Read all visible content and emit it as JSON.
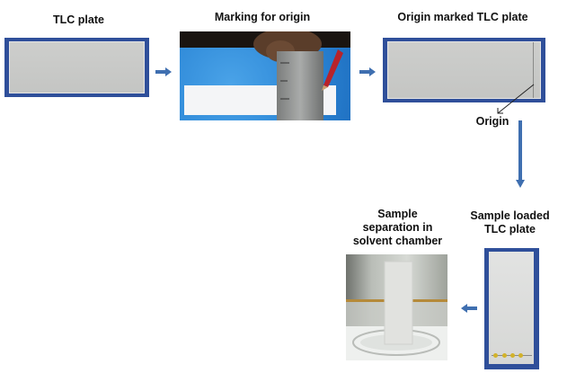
{
  "diagram": {
    "title": "TLC workflow",
    "accent_color": "#3f6fb0",
    "plate_border_color": "#2f4f9a",
    "plate_color": "#c9cac8",
    "spot_color": "#d2b22a",
    "steps": [
      {
        "id": "tlc-plate",
        "label": "TLC plate"
      },
      {
        "id": "marking-origin",
        "label": "Marking for origin"
      },
      {
        "id": "origin-marked",
        "label": "Origin marked TLC plate",
        "annotation": "Origin"
      },
      {
        "id": "sample-loaded",
        "label_line1": "Sample loaded",
        "label_line2": "TLC plate",
        "spot_count": 4
      },
      {
        "id": "separation",
        "label_line1": "Sample",
        "label_line2": "separation in",
        "label_line3": "solvent chamber"
      }
    ],
    "flow": [
      {
        "from": "tlc-plate",
        "to": "marking-origin",
        "direction": "right"
      },
      {
        "from": "marking-origin",
        "to": "origin-marked",
        "direction": "right"
      },
      {
        "from": "origin-marked",
        "to": "sample-loaded",
        "direction": "down"
      },
      {
        "from": "sample-loaded",
        "to": "separation",
        "direction": "left"
      }
    ]
  }
}
